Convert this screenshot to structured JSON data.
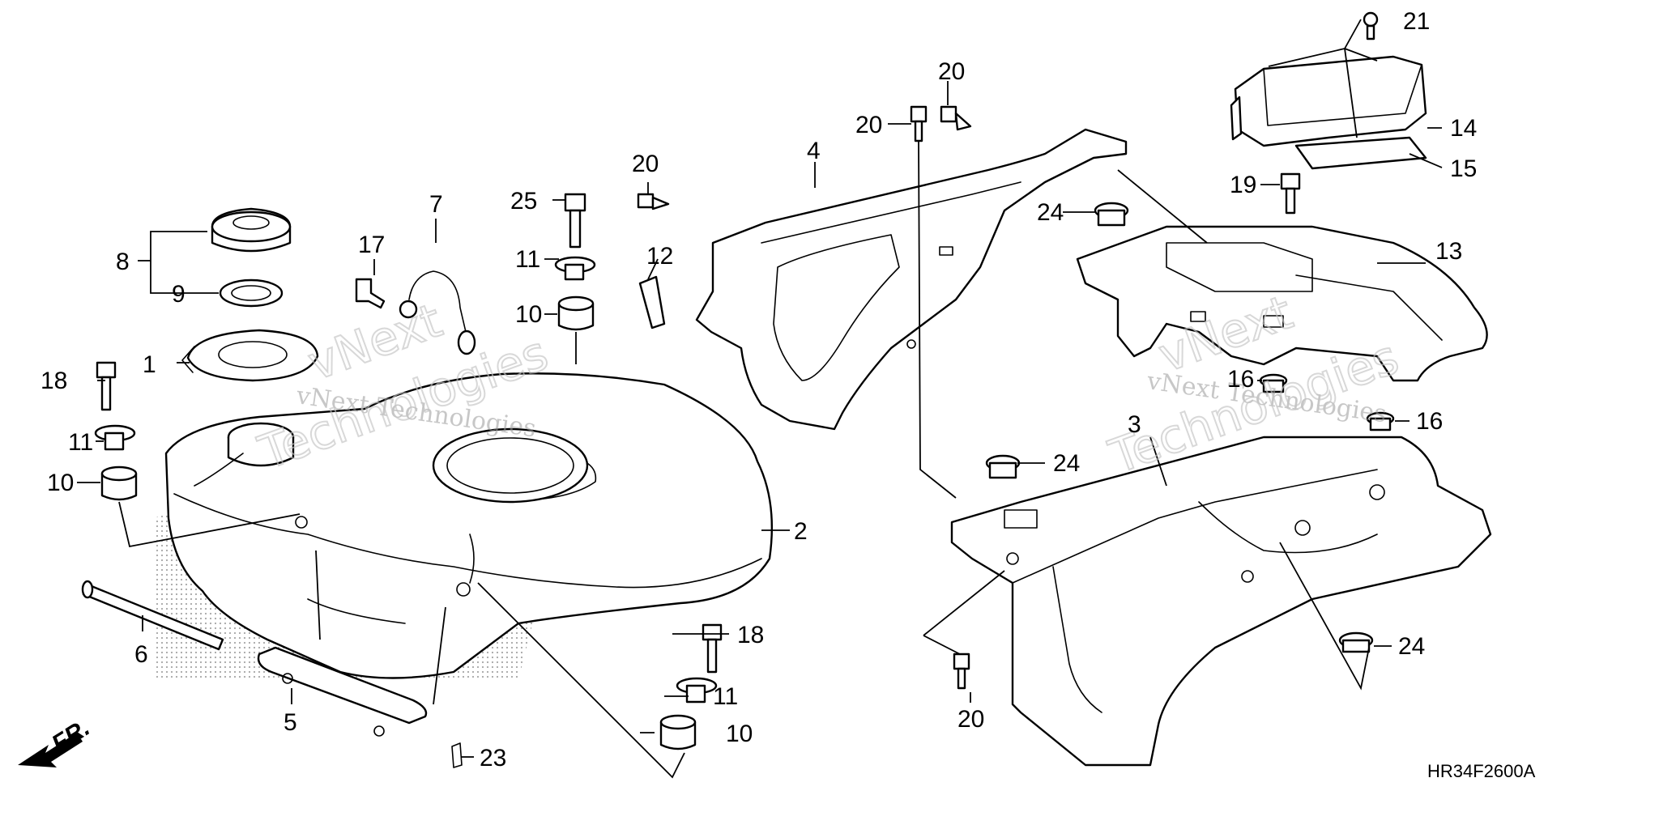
{
  "diagram_code": "HR34F2600A",
  "front_indicator": "FR.",
  "watermark": {
    "brand_line": "vNext Technologies",
    "big_top": "vNext",
    "big_bottom": "Technologies"
  },
  "callouts": [
    {
      "id": "c1",
      "label": "1"
    },
    {
      "id": "c2",
      "label": "2"
    },
    {
      "id": "c3",
      "label": "3"
    },
    {
      "id": "c4",
      "label": "4"
    },
    {
      "id": "c5",
      "label": "5"
    },
    {
      "id": "c6",
      "label": "6"
    },
    {
      "id": "c7",
      "label": "7"
    },
    {
      "id": "c8",
      "label": "8"
    },
    {
      "id": "c9",
      "label": "9"
    },
    {
      "id": "c10a",
      "label": "10"
    },
    {
      "id": "c10b",
      "label": "10"
    },
    {
      "id": "c10c",
      "label": "10"
    },
    {
      "id": "c11a",
      "label": "11"
    },
    {
      "id": "c11b",
      "label": "11"
    },
    {
      "id": "c11c",
      "label": "11"
    },
    {
      "id": "c12",
      "label": "12"
    },
    {
      "id": "c13",
      "label": "13"
    },
    {
      "id": "c14",
      "label": "14"
    },
    {
      "id": "c15",
      "label": "15"
    },
    {
      "id": "c16a",
      "label": "16"
    },
    {
      "id": "c16b",
      "label": "16"
    },
    {
      "id": "c17",
      "label": "17"
    },
    {
      "id": "c18a",
      "label": "18"
    },
    {
      "id": "c18b",
      "label": "18"
    },
    {
      "id": "c19",
      "label": "19"
    },
    {
      "id": "c20a",
      "label": "20"
    },
    {
      "id": "c20b",
      "label": "20"
    },
    {
      "id": "c20c",
      "label": "20"
    },
    {
      "id": "c20d",
      "label": "20"
    },
    {
      "id": "c21",
      "label": "21"
    },
    {
      "id": "c23",
      "label": "23"
    },
    {
      "id": "c24a",
      "label": "24"
    },
    {
      "id": "c24b",
      "label": "24"
    },
    {
      "id": "c24c",
      "label": "24"
    },
    {
      "id": "c25",
      "label": "25"
    }
  ]
}
